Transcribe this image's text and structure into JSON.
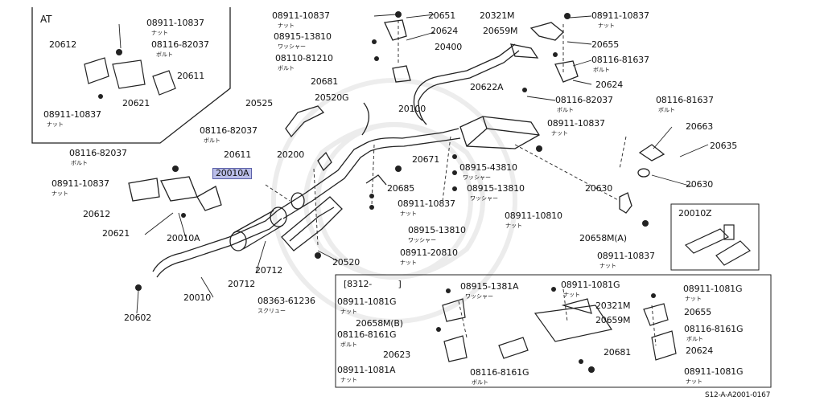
{
  "diagram": {
    "reference": "S12-A-A2001-0167",
    "highlighted_part": "20010A",
    "highlight_color": "#b9bde8",
    "at_box": {
      "title": "AT",
      "labels": [
        "08911-10837",
        "ナット",
        "20612",
        "08116-82037",
        "ボルト",
        "20611",
        "20621",
        "08911-10837",
        "ナット"
      ]
    },
    "kit_box": {
      "title": "20010Z"
    },
    "variant_box": {
      "title": "[8312-　　　]",
      "labels": [
        "08915-1381A",
        "ワッシャー",
        "08911-1081G",
        "ナット",
        "20321M",
        "08911-1081G",
        "ナット",
        "08911-1081G",
        "ナット",
        "20655",
        "20658M(B)",
        "20659M",
        "08116-8161G",
        "ボルト",
        "08116-8161G",
        "ボルト",
        "20681",
        "20623",
        "20624",
        "08911-1081A",
        "ナット",
        "08116-8161G",
        "ボルト",
        "08911-1081G",
        "ナット"
      ]
    },
    "main_labels": [
      "08911-10837",
      "ナット",
      "20651",
      "20321M",
      "08911-10837",
      "ナット",
      "08915-13810",
      "ワッシャー",
      "20624",
      "20659M",
      "20655",
      "08110-81210",
      "ボルト",
      "20400",
      "08116-81637",
      "ボルト",
      "20624",
      "20681",
      "20622A",
      "20525",
      "20520G",
      "20100",
      "08116-82037",
      "ボルト",
      "08116-81637",
      "ボルト",
      "08911-10837",
      "ナット",
      "20663",
      "08116-82037",
      "ボルト",
      "20611",
      "20200",
      "20671",
      "20635",
      "08116-82037",
      "ボルト",
      "08915-43810",
      "ワッシャー",
      "20010A",
      "20685",
      "08915-13810",
      "ワッシャー",
      "20630",
      "20630",
      "08911-10837",
      "ナット",
      "08911-10837",
      "ナット",
      "20612",
      "08911-10810",
      "ナット",
      "20621",
      "20010A",
      "08915-13810",
      "ワッシャー",
      "20658M(A)",
      "08911-20810",
      "ナット",
      "20712",
      "20520",
      "08911-10837",
      "ナット",
      "20712",
      "08363-61236",
      "スクリュー",
      "20010",
      "20602"
    ]
  }
}
